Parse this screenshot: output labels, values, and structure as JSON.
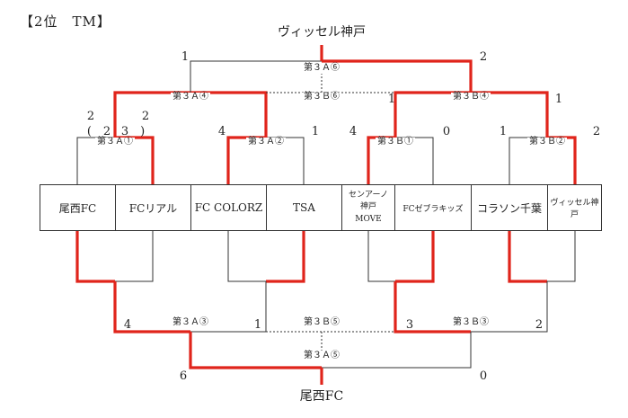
{
  "title": "【2位　TM】",
  "top_winner": "ヴィッセル神戸",
  "bottom_winner": "尾西FC",
  "teams": [
    "尾西FC",
    "FCリアル",
    "FC COLORZ",
    "TSA",
    [
      "センアーノ",
      "神戸",
      "MOVE"
    ],
    "FCゼブラキッズ",
    "コラソン千葉",
    "ヴィッセル神戸"
  ],
  "upper": {
    "r1": [
      {
        "match": "第３Ａ①",
        "left": "2",
        "left_pk": "(　2",
        "right": "2",
        "right_pk": "3　)"
      },
      {
        "match": "第３Ａ②",
        "left": "4",
        "right": "1"
      },
      {
        "match": "第３Ｂ①",
        "left": "4",
        "right": "0"
      },
      {
        "match": "第３Ｂ②",
        "left": "1",
        "right": "2"
      }
    ],
    "r2": [
      {
        "match": "第３Ａ④"
      },
      {
        "match": "第３Ｂ④"
      }
    ],
    "r2_scores": [
      "1",
      "1"
    ],
    "final": {
      "match": "第３Ａ⑥",
      "left": "1",
      "right": "2"
    },
    "third": {
      "match": "第３Ｂ⑥"
    }
  },
  "lower": {
    "r1_scores": [
      "4",
      "1",
      "3",
      "2"
    ],
    "r2": [
      {
        "match": "第３Ａ③"
      },
      {
        "match": "第３Ｂ③"
      }
    ],
    "final": {
      "match": "第３Ａ⑤",
      "left": "6",
      "right": "0"
    },
    "third": {
      "match": "第３Ｂ⑤"
    }
  },
  "colors": {
    "win": "#e0241b",
    "line": "#333333"
  }
}
